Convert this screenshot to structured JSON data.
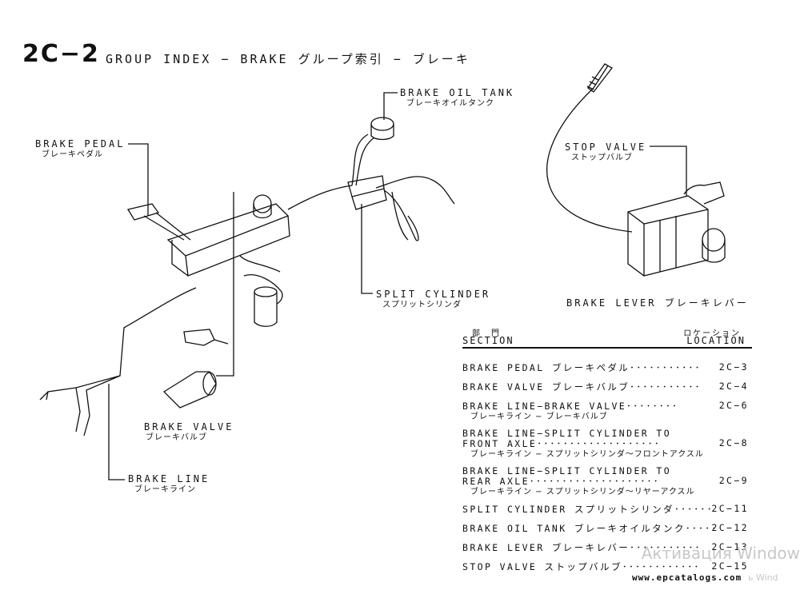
{
  "header": {
    "page_number": "2C−2",
    "title": "GROUP INDEX − BRAKE  グループ索引 − ブレーキ"
  },
  "callouts": [
    {
      "id": "brake-oil-tank",
      "en": "BRAKE OIL TANK",
      "jp": "ブレーキオイルタンク"
    },
    {
      "id": "brake-pedal",
      "en": "BRAKE PEDAL",
      "jp": "ブレーキペダル"
    },
    {
      "id": "stop-valve",
      "en": "STOP VALVE",
      "jp": "ストップバルブ"
    },
    {
      "id": "split-cylinder",
      "en": "SPLIT CYLINDER",
      "jp": "スプリットシリンダ"
    },
    {
      "id": "brake-lever",
      "en": "BRAKE LEVER ブレーキレバー",
      "jp": ""
    },
    {
      "id": "brake-valve",
      "en": "BRAKE VALVE",
      "jp": "ブレーキバルブ"
    },
    {
      "id": "brake-line",
      "en": "BRAKE LINE",
      "jp": "ブレーキライン"
    }
  ],
  "index_table": {
    "col_section_jp": "部　門",
    "col_section_en": "SECTION",
    "col_location_jp": "ロケーション",
    "col_location_en": "LOCATION",
    "rows": [
      {
        "text": "BRAKE PEDAL ブレーキペダル･･･････････",
        "sub": "",
        "loc": "2C−3"
      },
      {
        "text": "BRAKE VALVE ブレーキバルブ･･･････････",
        "sub": "",
        "loc": "2C−4"
      },
      {
        "text": "BRAKE LINE−BRAKE VALVE････････",
        "sub": "ブレーキライン − ブレーキバルブ",
        "loc": "2C−6"
      },
      {
        "text": "BRAKE LINE−SPLIT CYLINDER TO",
        "sub": "",
        "loc": ""
      },
      {
        "text": "FRONT AXLE･･･････････････････",
        "sub": "ブレーキライン − スプリットシリンダ〜フロントアクスル",
        "loc": "2C−8"
      },
      {
        "text": "BRAKE LINE−SPLIT CYLINDER TO",
        "sub": "",
        "loc": ""
      },
      {
        "text": "REAR AXLE････････････････････",
        "sub": "ブレーキライン − スプリットシリンダ〜リヤーアクスル",
        "loc": "2C−9"
      },
      {
        "text": "SPLIT CYLINDER スプリットシリンダ･･････",
        "sub": "",
        "loc": "2C−11"
      },
      {
        "text": "BRAKE OIL TANK ブレーキオイルタンク･････",
        "sub": "",
        "loc": "2C−12"
      },
      {
        "text": "BRAKE LEVER ブレーキレバー･･･････････",
        "sub": "",
        "loc": "2C−13"
      },
      {
        "text": "STOP VALVE ストップバルブ････････････",
        "sub": "",
        "loc": "2C−15"
      }
    ]
  },
  "watermark": "Активация Window",
  "site": "www.epcatalogs.com",
  "site_overlay": "ь Wind"
}
